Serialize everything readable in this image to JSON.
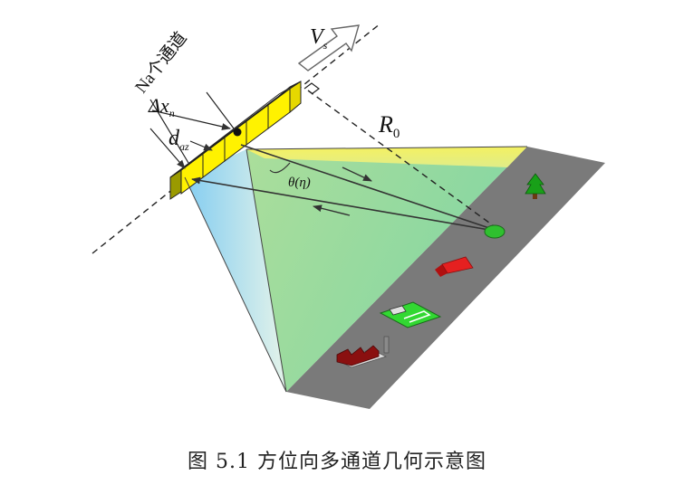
{
  "labels": {
    "channels": "Na个通道",
    "delta_x": "Δx",
    "delta_x_sub": "n",
    "d_az": "d",
    "d_az_sub": "az",
    "velocity": "V",
    "velocity_sub": "s",
    "range": "R",
    "range_sub": "0",
    "angle": "θ(η)"
  },
  "caption": "图 5.1  方位向多通道几何示意图",
  "colors": {
    "ground": "#7a7a7a",
    "antenna": "#ffff00",
    "beam_blue": "#79c8ec",
    "beam_green": "#8fd48a",
    "beam_yellow": "#fff56a",
    "target": "#2fc02f",
    "roof": "#e52020",
    "factory": "#8a1010",
    "tree": "#18a018"
  },
  "icons": [
    "tree-icon",
    "house-icon",
    "field-icon",
    "factory-icon",
    "target-icon",
    "velocity-arrow-icon"
  ]
}
